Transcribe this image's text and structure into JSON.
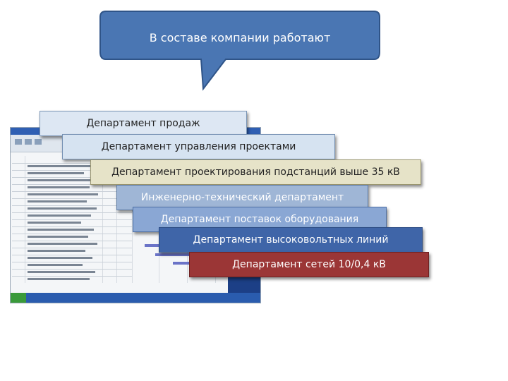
{
  "callout": {
    "text": "В составе компании работают",
    "fill": "#4a76b3",
    "stroke": "#2f5488"
  },
  "departments": [
    {
      "label": "Департамент продаж"
    },
    {
      "label": "Департамент управления проектами"
    },
    {
      "label": "Департамент проектирования подстанций  выше 35 кВ"
    },
    {
      "label": "Инженерно-технический департамент"
    },
    {
      "label": "Департамент поставок оборудования"
    },
    {
      "label": "Департамент высоковольтных линий"
    },
    {
      "label": "Департамент сетей 10/0,4 кВ"
    }
  ]
}
